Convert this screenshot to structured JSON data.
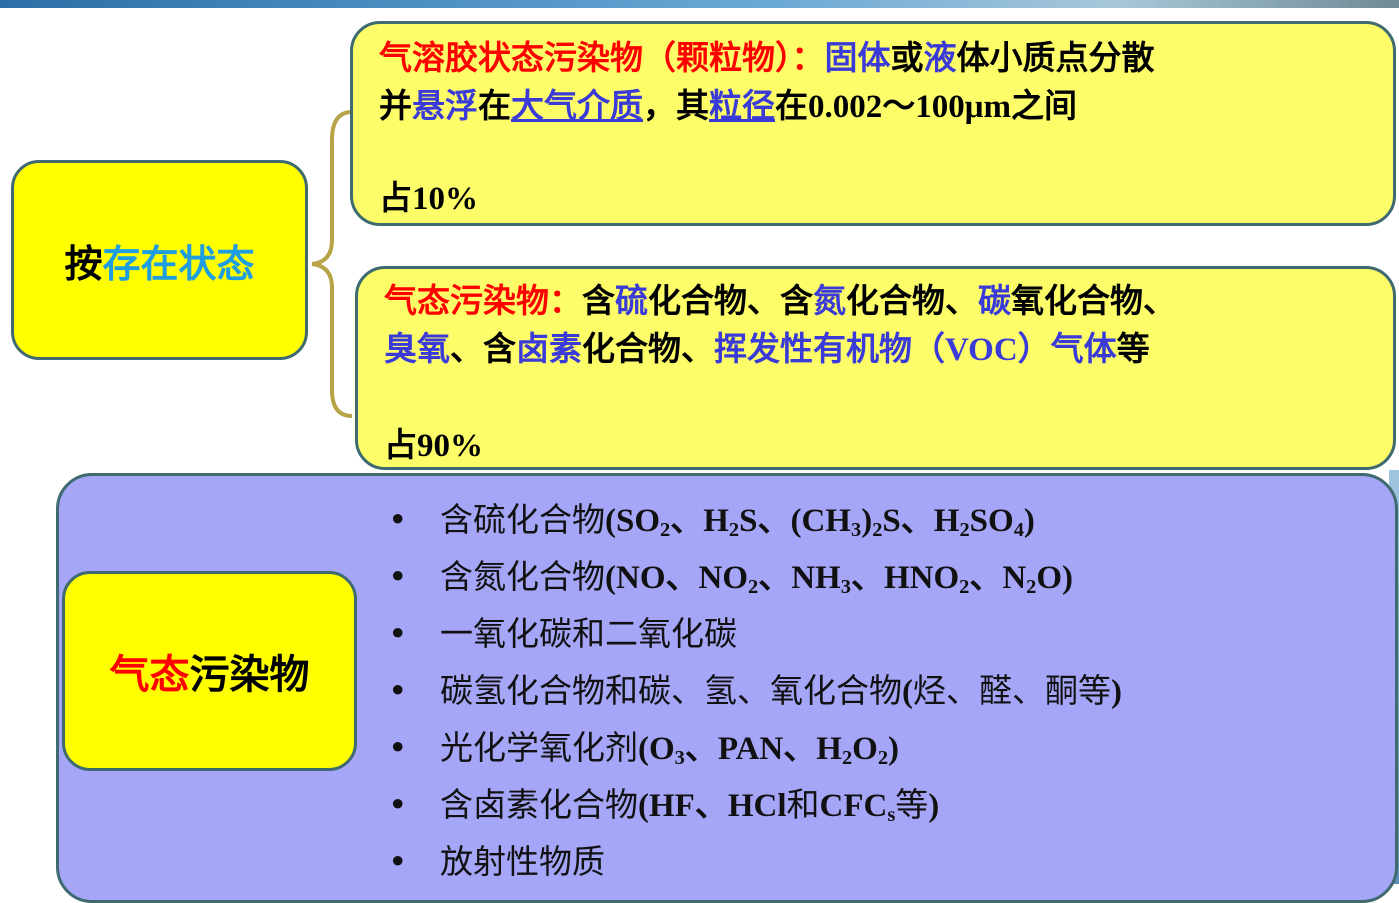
{
  "category_label": {
    "p1": "按",
    "p2": "存在状态"
  },
  "particulate": {
    "title": "气溶胶状态污染物（颗粒物）：",
    "s1": "固体",
    "s2": "或",
    "s3": "液",
    "s4": "体小质点分散",
    "s5": "并",
    "s6": "悬浮",
    "s7": "在",
    "s8": "大气介质",
    "s9": "，其",
    "s10": "粒径",
    "s11": "在",
    "range": "0.002～100μm",
    "s12": "之间",
    "share_prefix": "占",
    "share": "10%"
  },
  "gaseous": {
    "title": "气态污染物：",
    "g1": "含",
    "g2": "硫",
    "g3": "化合物、含",
    "g4": "氮",
    "g5": "化合物、",
    "g6": "碳",
    "g7": "氧化合物、",
    "g8": "臭氧",
    "g9": "、含",
    "g10": "卤素",
    "g11": "化合物、",
    "g12": "挥发性有机物（",
    "voc": "VOC",
    "g13": "）气体",
    "g14": "等",
    "share_prefix": "占",
    "share": "90%"
  },
  "gas_label": {
    "p1": "气态",
    "p2": "污染物"
  },
  "bullet_char": "•",
  "bullets": {
    "b1": {
      "cn": "含硫化合物",
      "s1": "(SO",
      "s2": "、H",
      "s3": "S、(CH",
      "s4": ")",
      "s5": "S、H",
      "s6": "SO",
      "s7": ")",
      "n2": "2",
      "n3": "2",
      "n4": "3",
      "n5": "2",
      "n6": "2",
      "n7": "4"
    },
    "b2": {
      "cn": "含氮化合物",
      "s1": "(NO、NO",
      "s2": "、NH",
      "s3": "、HNO",
      "s4": "、N",
      "s5": "O)",
      "n1": "2",
      "n2": "3",
      "n3": "2",
      "n4": "2"
    },
    "b3": {
      "cn": "一氧化碳和二氧化碳"
    },
    "b4": {
      "cn1": "碳氢化合物和碳、氢、氧化合物",
      "s1": "(",
      "cn2": "烃、醛、酮等",
      "s2": ")"
    },
    "b5": {
      "cn": "光化学氧化剂",
      "s1": "(O",
      "n1": "3",
      "s2": "、PAN、H",
      "n2": "2",
      "s3": "O",
      "n3": "2",
      "s4": ")"
    },
    "b6": {
      "cn": "含卤素化合物",
      "s1": "(HF、HCl",
      "cn2": "和",
      "s2": "CFC",
      "n1": "s",
      "cn3": "等",
      "s3": ")"
    },
    "b7": {
      "cn": "放射性物质"
    }
  },
  "colors": {
    "yellow": "#fdfd6a",
    "label_yellow": "#ffff00",
    "purple": "#a6a6f8",
    "red": "#ff0000",
    "blue": "#3a3ad8",
    "border": "#3e6a70"
  }
}
